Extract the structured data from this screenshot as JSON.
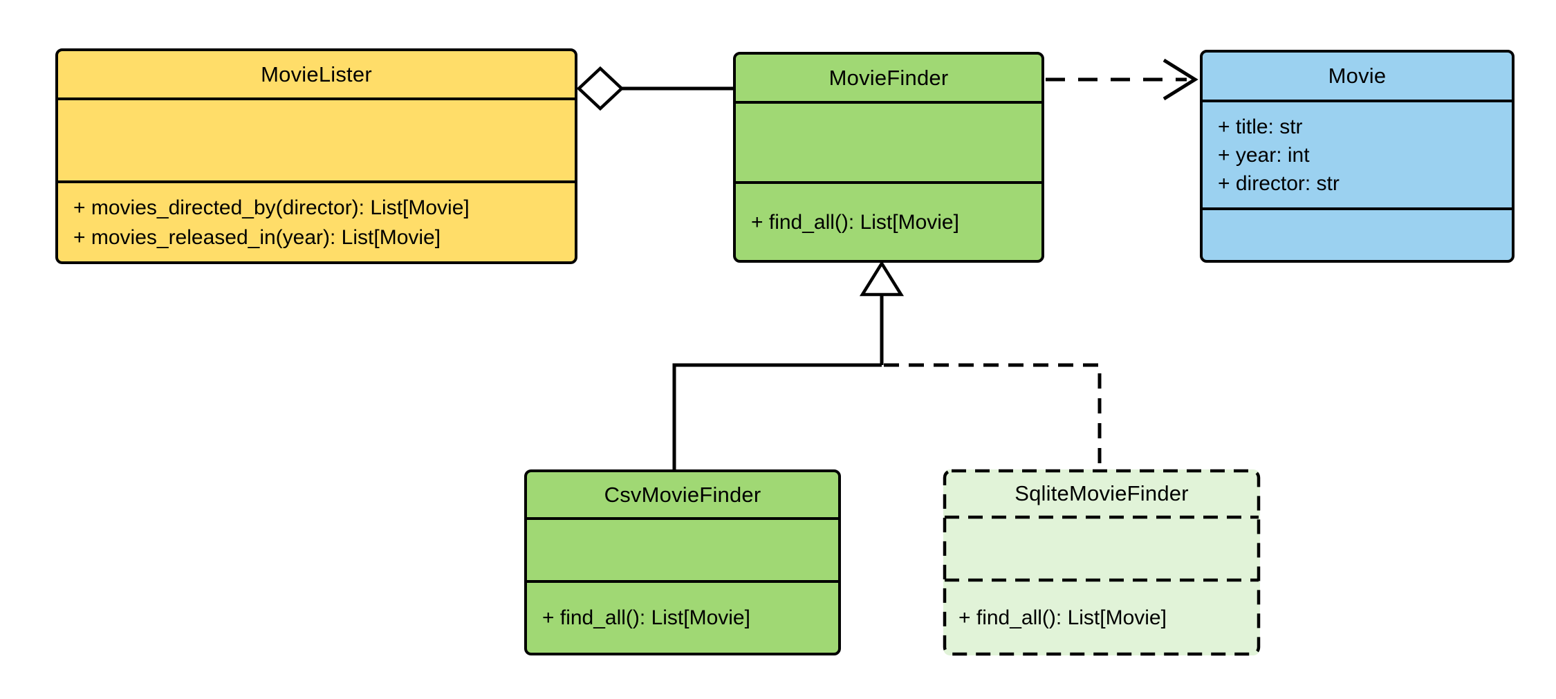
{
  "diagram": {
    "type": "uml-class-diagram",
    "background_color": "#ffffff",
    "stroke_color": "#000000",
    "classes": {
      "movie_lister": {
        "name": "MovieLister",
        "attributes": [],
        "methods": [
          "+ movies_directed_by(director): List[Movie]",
          "+ movies_released_in(year): List[Movie]"
        ],
        "fill": "#ffdd69",
        "border_style": "solid"
      },
      "movie_finder": {
        "name": "MovieFinder",
        "attributes": [],
        "methods": [
          "+ find_all(): List[Movie]"
        ],
        "fill": "#a0d874",
        "border_style": "solid"
      },
      "movie": {
        "name": "Movie",
        "attributes": [
          "+ title: str",
          "+ year: int",
          "+ director: str"
        ],
        "methods": [],
        "fill": "#9bd1f0",
        "border_style": "solid"
      },
      "csv_movie_finder": {
        "name": "CsvMovieFinder",
        "attributes": [],
        "methods": [
          "+ find_all(): List[Movie]"
        ],
        "fill": "#a0d874",
        "border_style": "solid"
      },
      "sqlite_movie_finder": {
        "name": "SqliteMovieFinder",
        "attributes": [],
        "methods": [
          "+ find_all(): List[Movie]"
        ],
        "fill": "#e1f3d8",
        "border_style": "dashed"
      }
    },
    "relationships": [
      {
        "type": "aggregation",
        "from": "MovieLister",
        "to": "MovieFinder",
        "line": "solid",
        "marker": "hollow-diamond"
      },
      {
        "type": "dependency",
        "from": "MovieFinder",
        "to": "Movie",
        "line": "dashed",
        "marker": "open-arrow"
      },
      {
        "type": "generalization",
        "from": "CsvMovieFinder",
        "to": "MovieFinder",
        "line": "solid",
        "marker": "hollow-triangle"
      },
      {
        "type": "generalization",
        "from": "SqliteMovieFinder",
        "to": "MovieFinder",
        "line": "dashed",
        "marker": "hollow-triangle"
      }
    ]
  }
}
